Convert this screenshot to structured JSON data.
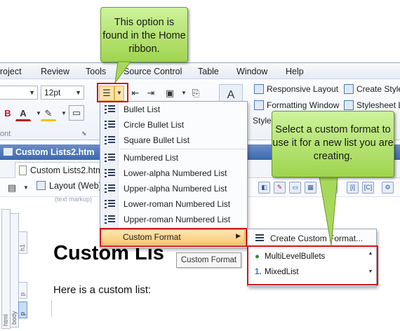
{
  "menubar": {
    "items": [
      "roject",
      "Review",
      "Tools",
      "Source Control",
      "Table",
      "Window",
      "Help"
    ]
  },
  "ribbon": {
    "font_size": "12pt",
    "links": [
      "Responsive Layout",
      "Formatting Window",
      "Create Style",
      "Stylesheet L"
    ],
    "style_partial": "Style",
    "group_label": "ont"
  },
  "document": {
    "tab_title": "Custom Lists2.htm",
    "file_tab": "Custom Lists2.htm",
    "layout_label": "Layout (Web)",
    "text_markup": "(text markup)",
    "heading": "Custom Lis",
    "paragraph": "Here is a custom list:",
    "structure_bars": [
      "html",
      "body",
      "h1",
      "p",
      "p"
    ]
  },
  "list_menu": {
    "items": [
      "Bullet List",
      "Circle Bullet List",
      "Square Bullet List",
      "Numbered List",
      "Lower-alpha Numbered List",
      "Upper-alpha Numbered List",
      "Lower-roman Numbered List",
      "Upper-roman Numbered List"
    ],
    "custom_format": "Custom Format"
  },
  "submenu": {
    "create_label": "Create Custom Format...",
    "gallery": [
      {
        "mark": "●",
        "label": "MultiLevelBullets",
        "mark_color": "#2e8b2e"
      },
      {
        "mark": "1.",
        "label": "MixedList",
        "mark_color": "#3a6fc4"
      }
    ]
  },
  "tooltip": "Custom Format",
  "callouts": {
    "top": "This option is found in the Home ribbon.",
    "right": "Select a custom format to use it for a new list you are creating."
  },
  "colors": {
    "callout_fill": "#b4e46e",
    "highlight_red": "#c9181e",
    "menu_hover": "#f9c873",
    "doc_tab_blue": "#3c68ad"
  }
}
